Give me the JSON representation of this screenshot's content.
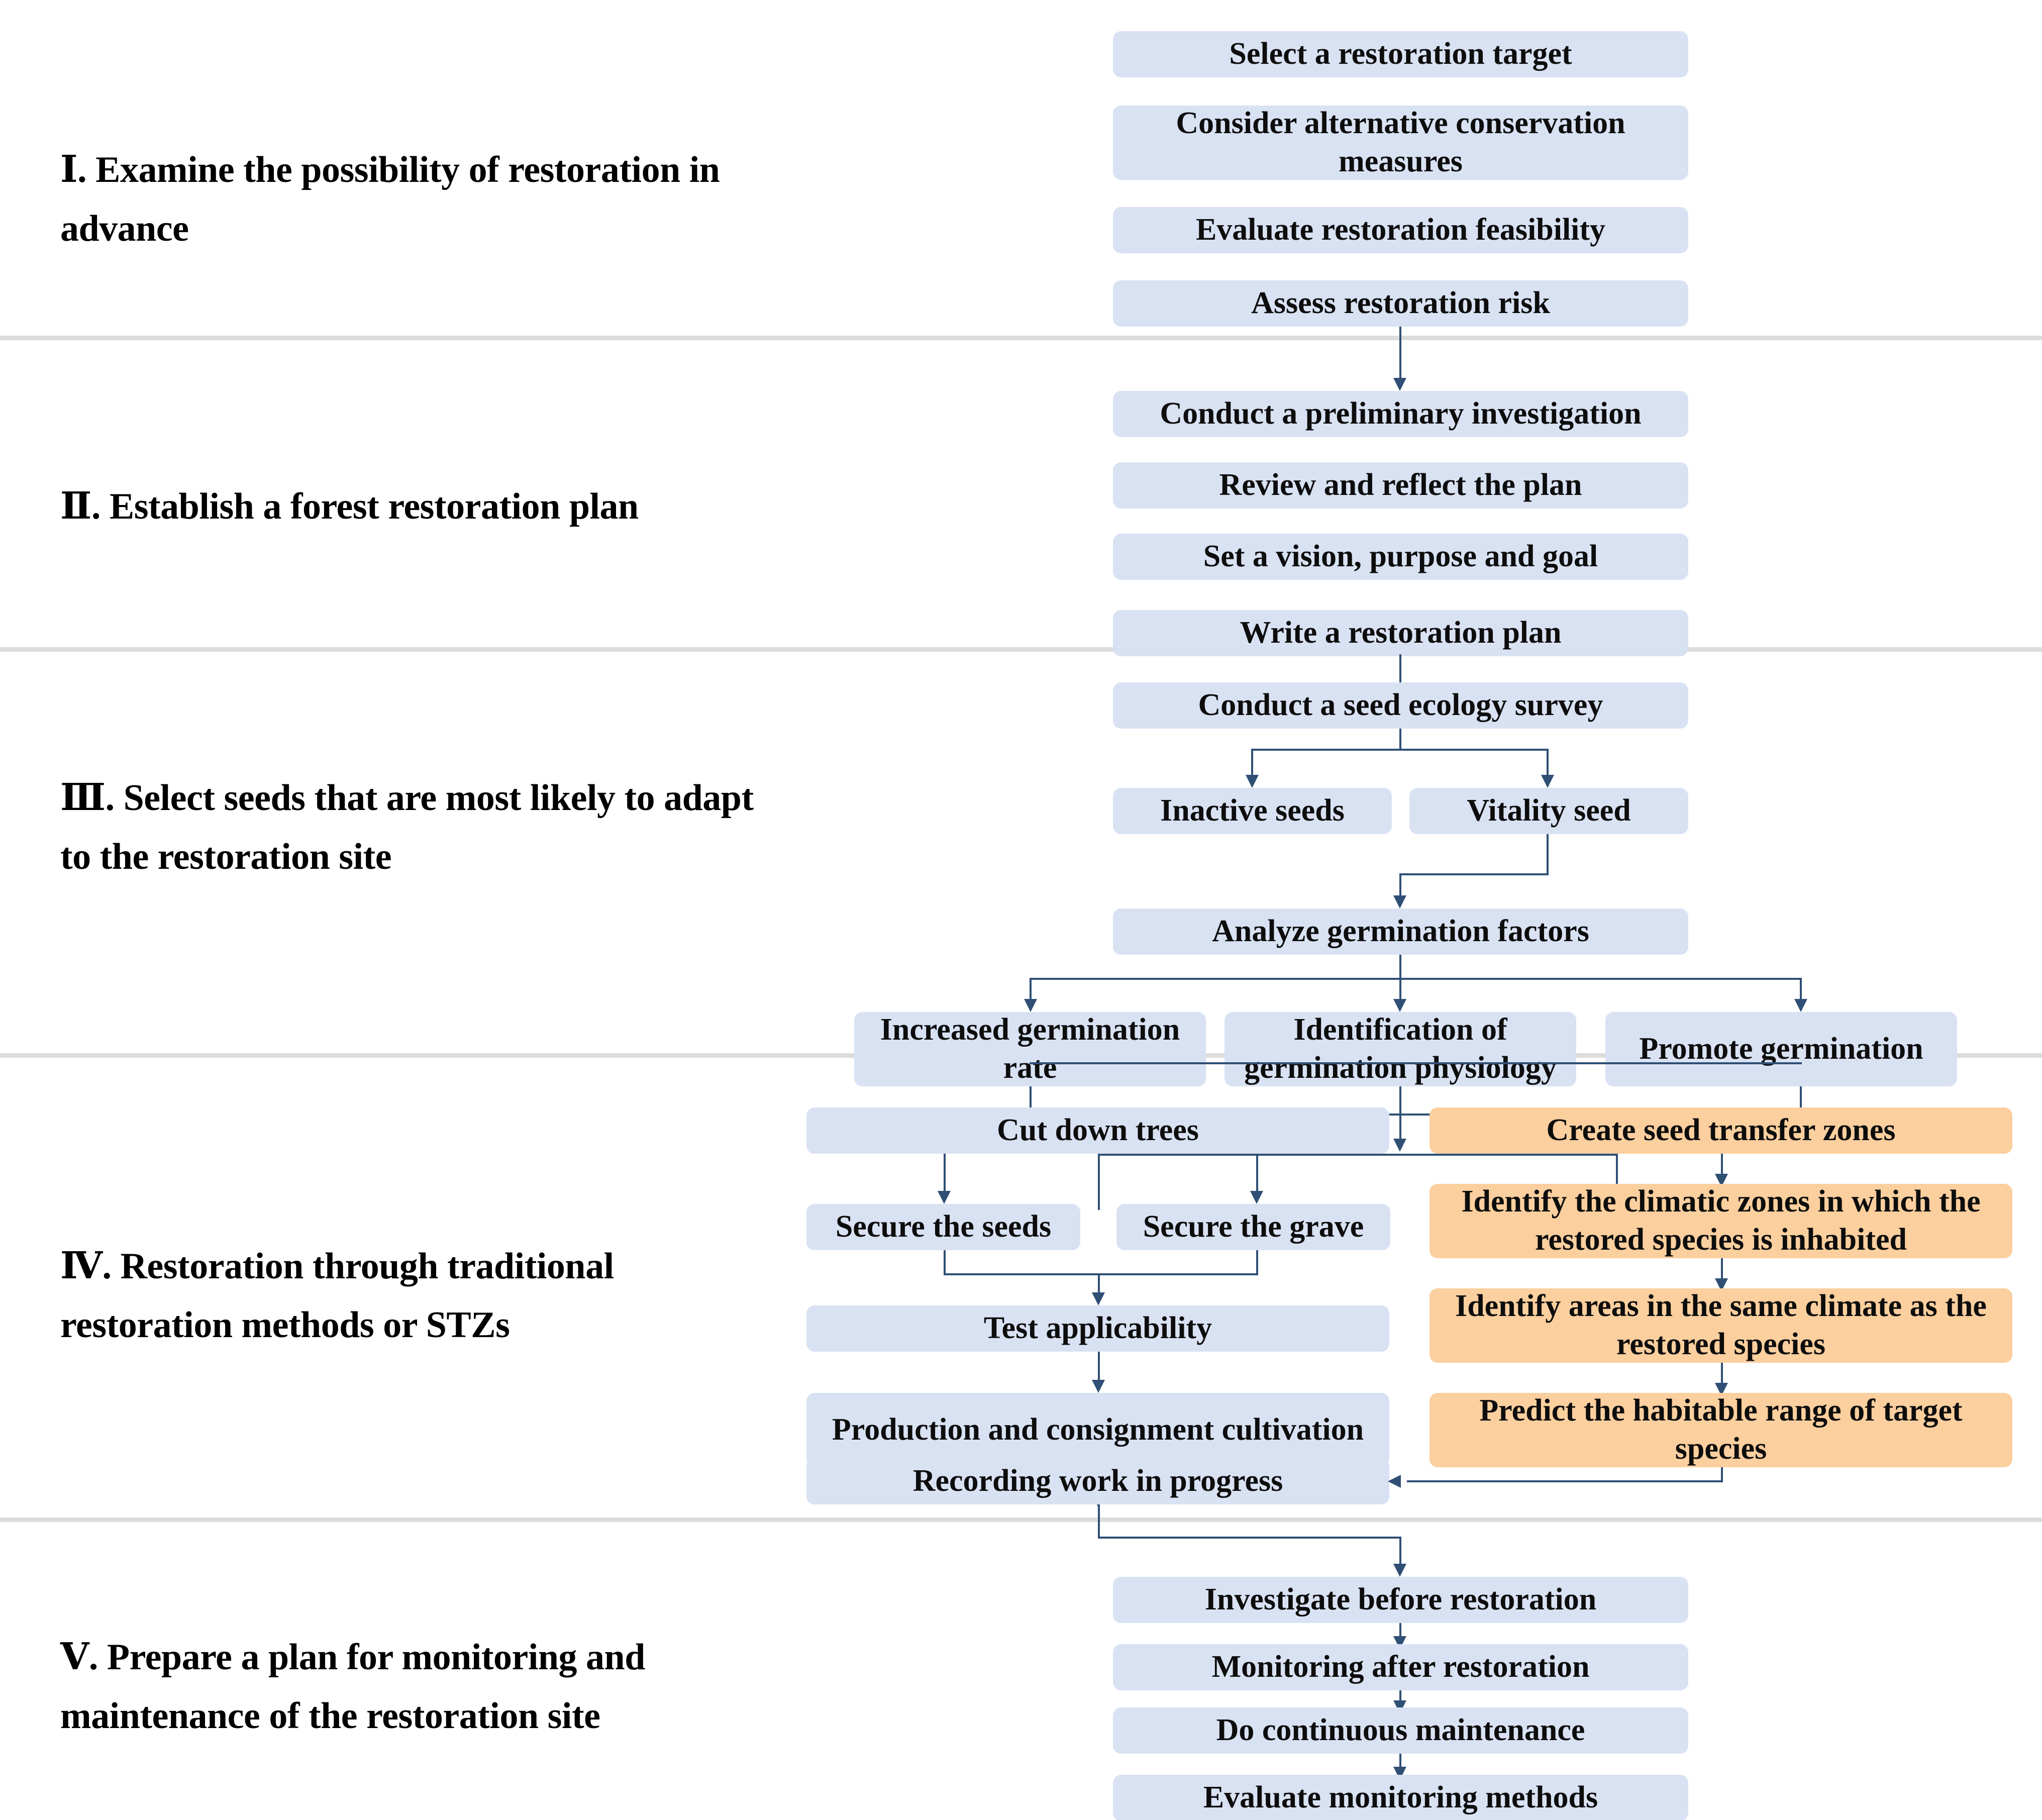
{
  "figure": {
    "title": "Forest restoration workflow stages",
    "colors": {
      "box_blue": "#d9e2f3",
      "box_orange": "#fbcf9e",
      "connector": "#2f4f75",
      "divider": "#dcdcdc",
      "text": "#0d0d0d",
      "background": "#ffffff"
    }
  },
  "stages": [
    {
      "numeral": "Ⅰ",
      "label": "Ⅰ. Examine the possibility of restoration in advance"
    },
    {
      "numeral": "Ⅱ",
      "label": "Ⅱ. Establish a forest restoration plan"
    },
    {
      "numeral": "Ⅲ",
      "label": "Ⅲ. Select seeds that are most likely to adapt to the restoration site"
    },
    {
      "numeral": "Ⅳ",
      "label": "Ⅳ. Restoration through traditional restoration methods or STZs"
    },
    {
      "numeral": "Ⅴ",
      "label": "Ⅴ. Prepare a plan for monitoring and maintenance of the restoration site"
    }
  ],
  "nodes": {
    "s1_b1": "Select a restoration target",
    "s1_b2": "Consider alternative conservation measures",
    "s1_b3": "Evaluate restoration feasibility",
    "s1_b4": "Assess restoration risk",
    "s2_b1": "Conduct a preliminary investigation",
    "s2_b2": "Review and reflect the plan",
    "s2_b3": "Set a vision, purpose and goal",
    "s2_b4": "Write a restoration plan",
    "s3_b1": "Conduct a seed ecology survey",
    "s3_b2": "Inactive seeds",
    "s3_b3": "Vitality seed",
    "s3_b4": "Analyze germination factors",
    "s3_b5": "Increased germination rate",
    "s3_b6": "Identification of germination physiology",
    "s3_b7": "Promote germination",
    "s4_b1": "Cut down trees",
    "s4_b2": "Secure the seeds",
    "s4_b3": "Secure the grave",
    "s4_b4": "Test applicability",
    "s4_b5": "Production and consignment cultivation",
    "s4_b6": "Recording work in progress",
    "s4_o1": "Create seed transfer zones",
    "s4_o2": "Identify the climatic zones in which the restored species is inhabited",
    "s4_o3": "Identify areas in the same climate as the restored species",
    "s4_o4": "Predict the habitable range of target species",
    "s5_b1": "Investigate before restoration",
    "s5_b2": "Monitoring after restoration",
    "s5_b3": "Do continuous maintenance",
    "s5_b4": "Evaluate monitoring methods"
  }
}
